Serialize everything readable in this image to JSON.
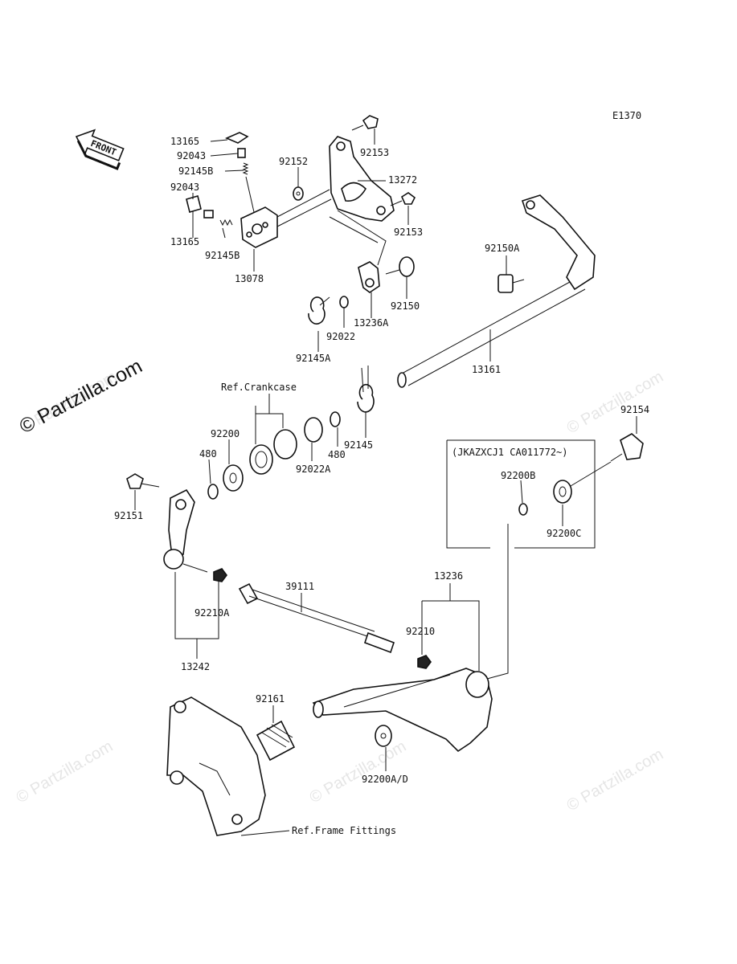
{
  "diagram_code": "E1370",
  "front_label": "FRONT",
  "watermark": "© Partzilla.com",
  "parts": [
    {
      "id": "p13165a",
      "label": "13165"
    },
    {
      "id": "p92043a",
      "label": "92043"
    },
    {
      "id": "p92145Ba",
      "label": "92145B"
    },
    {
      "id": "p92152",
      "label": "92152"
    },
    {
      "id": "p92153a",
      "label": "92153"
    },
    {
      "id": "p13272",
      "label": "13272"
    },
    {
      "id": "p92043b",
      "label": "92043"
    },
    {
      "id": "p92153b",
      "label": "92153"
    },
    {
      "id": "p13165b",
      "label": "13165"
    },
    {
      "id": "p92145Bb",
      "label": "92145B"
    },
    {
      "id": "p13078",
      "label": "13078"
    },
    {
      "id": "p92150A",
      "label": "92150A"
    },
    {
      "id": "p92150",
      "label": "92150"
    },
    {
      "id": "p92022",
      "label": "92022"
    },
    {
      "id": "p13236A",
      "label": "13236A"
    },
    {
      "id": "p92145A",
      "label": "92145A"
    },
    {
      "id": "p13161",
      "label": "13161"
    },
    {
      "id": "pRefCrank",
      "label": "Ref.Crankcase"
    },
    {
      "id": "p92200",
      "label": "92200"
    },
    {
      "id": "p480a",
      "label": "480"
    },
    {
      "id": "p92022A",
      "label": "92022A"
    },
    {
      "id": "p480b",
      "label": "480"
    },
    {
      "id": "p92145",
      "label": "92145"
    },
    {
      "id": "p92154",
      "label": "92154"
    },
    {
      "id": "pJKA",
      "label": "(JKAZXCJ1 CA011772~)"
    },
    {
      "id": "p92200B",
      "label": "92200B"
    },
    {
      "id": "p92200C",
      "label": "92200C"
    },
    {
      "id": "p92151",
      "label": "92151"
    },
    {
      "id": "p39111",
      "label": "39111"
    },
    {
      "id": "p13236",
      "label": "13236"
    },
    {
      "id": "p92210A",
      "label": "92210A"
    },
    {
      "id": "p92210",
      "label": "92210"
    },
    {
      "id": "p13242",
      "label": "13242"
    },
    {
      "id": "p92161",
      "label": "92161"
    },
    {
      "id": "p92200AD",
      "label": "92200A/D"
    },
    {
      "id": "pRefFrame",
      "label": "Ref.Frame Fittings"
    }
  ]
}
